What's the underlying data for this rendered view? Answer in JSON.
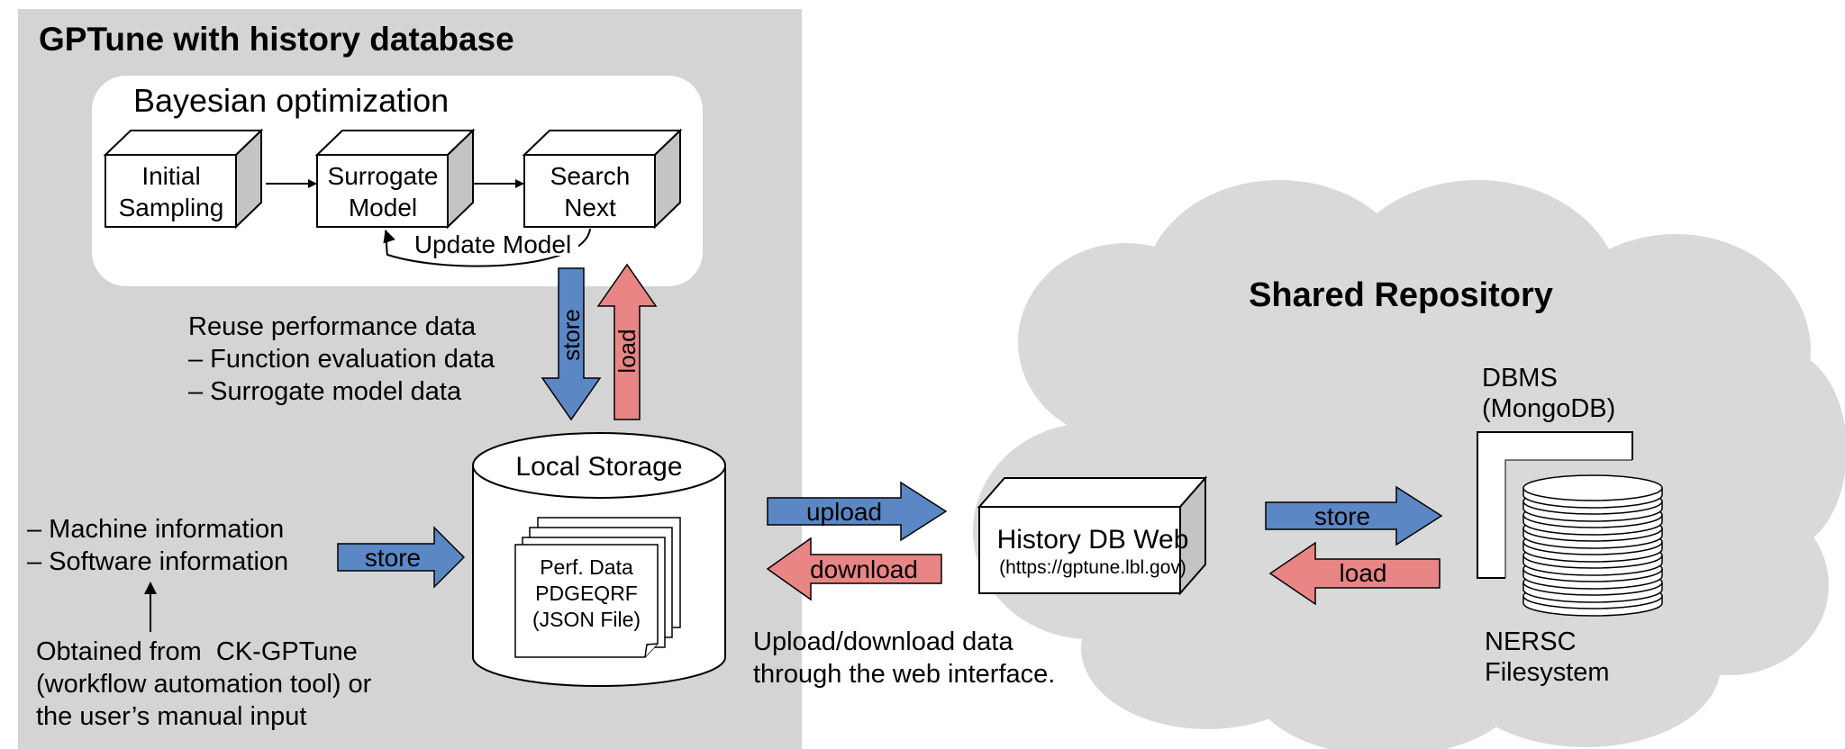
{
  "panel": {
    "title": "GPTune with history database"
  },
  "bayes": {
    "title": "Bayesian optimization",
    "boxes": [
      {
        "line1": "Initial",
        "line2": "Sampling"
      },
      {
        "line1": "Surrogate",
        "line2": "Model"
      },
      {
        "line1": "Search",
        "line2": "Next"
      }
    ],
    "update_label": "Update Model"
  },
  "reuse": {
    "line1": "Reuse performance data",
    "line2": "– Function evaluation data",
    "line3": "– Surrogate model data"
  },
  "arrows": {
    "store_vertical": "store",
    "load_vertical": "load",
    "store_left": "store",
    "upload": "upload",
    "download": "download",
    "store_right": "store",
    "load_right": "load"
  },
  "machine": {
    "line1": "– Machine information",
    "line2": "– Software information"
  },
  "obtained": {
    "line1": "Obtained from  CK-GPTune",
    "line2": "(workflow automation tool) or",
    "line3": "the user’s manual input"
  },
  "storage": {
    "title": "Local Storage",
    "doc_line1": "Perf. Data",
    "doc_line2": "PDGEQRF",
    "doc_line3": "(JSON File)"
  },
  "web_note": {
    "line1": "Upload/download data",
    "line2": "through the web interface."
  },
  "historydb": {
    "title": "History DB Web",
    "url": "(https://gptune.lbl.gov)"
  },
  "repo": {
    "title": "Shared Repository",
    "dbms_line1": "DBMS",
    "dbms_line2": "(MongoDB)",
    "fs_line1": "NERSC",
    "fs_line2": "Filesystem"
  },
  "colors": {
    "panel_bg": "#d4d4d4",
    "cloud_bg": "#d9d9d9",
    "arrow_blue": "#5b87c5",
    "arrow_red": "#e98585",
    "box_side": "#c4c4c4"
  }
}
